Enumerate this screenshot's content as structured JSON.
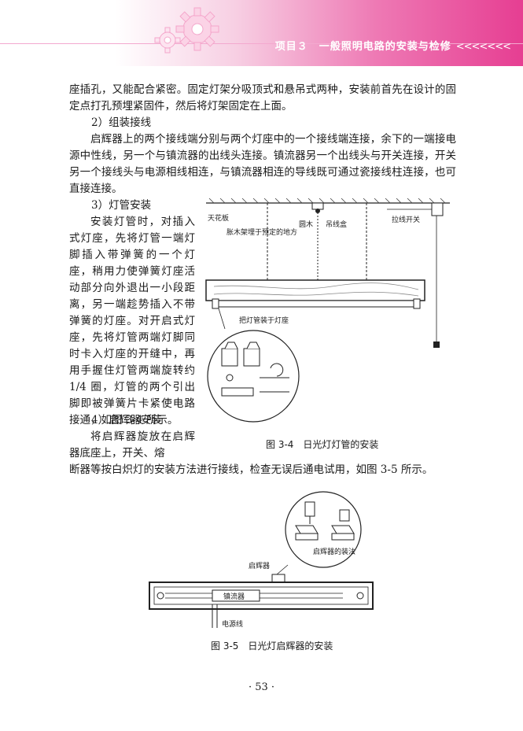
{
  "header": {
    "title": "项目３　一般照明电路的安装与检修",
    "chevrons": "<<<<<<<"
  },
  "body": {
    "p1": "座插孔，又能配合紧密。固定灯架分吸顶式和悬吊式两种，安装前首先在设计的固定点打孔预埋紧固件，然后将灯架固定在上面。",
    "h2": "2）组装接线",
    "p2": "启辉器上的两个接线端分别与两个灯座中的一个接线端连接，余下的一端接电源中性线，另一个与镇流器的出线头连接。镇流器另一个出线头与开关连接，开关另一个接线头与电源相线相连，与镇流器相连的导线既可通过瓷接线柱连接，也可直接连接。",
    "h3": "3）灯管安装",
    "p3": "安装灯管时，对插入式灯座，先将灯管一端灯脚插入带弹簧的一个灯座，稍用力使弹簧灯座活动部分向外退出一小段距离，另一端趁势插入不带弹簧的灯座。对开启式灯座，先将灯管两端灯脚同时卡入灯座的开缝中，再用手握住灯管两端旋转约 1/4 圈，灯管的两个引出脚即被弹簧片卡紧使电路接通，如图 3-4 所示。",
    "h4": "4）启辉器安装",
    "p4a": "将启辉器旋放在启辉器底座上，开关、熔",
    "p4b": "断器等按白炽灯的安装方法进行接线，检查无误后通电试用，如图 3-5 所示。"
  },
  "figure_3_4": {
    "caption": "图 3-4　日光灯灯管的安装",
    "labels": {
      "ceiling": "天花板",
      "anchor": "胀木架埋于预定的地方",
      "hook": "圆木",
      "pull_box": "吊线盒",
      "pull_switch": "拉线开关",
      "tube_holder": "把灯管装于灯座"
    }
  },
  "figure_3_5": {
    "caption": "图 3-5　日光灯启辉器的安装",
    "labels": {
      "starter": "启辉器",
      "ballast": "镇流器",
      "power_line": "电源线",
      "starter_install": "启辉器的装法"
    }
  },
  "page_number": "· 53 ·"
}
